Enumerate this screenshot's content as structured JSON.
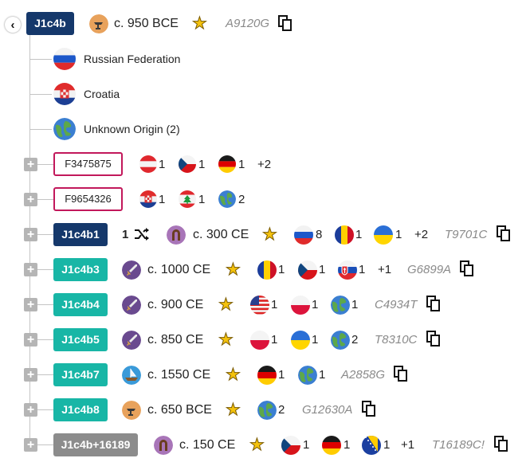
{
  "header": {
    "haplogroup": "J1c4b",
    "date": "c. 950 BCE",
    "code": "A9120G"
  },
  "countries": [
    {
      "name": "Russian Federation",
      "flag": "russia"
    },
    {
      "name": "Croatia",
      "flag": "croatia"
    },
    {
      "name": "Unknown Origin (2)",
      "flag": "globe"
    }
  ],
  "samples": [
    {
      "id": "F3475875",
      "flags": [
        {
          "flag": "austria",
          "count": "1"
        },
        {
          "flag": "czechia",
          "count": "1"
        },
        {
          "flag": "germany",
          "count": "1"
        }
      ],
      "more": "+2"
    },
    {
      "id": "F9654326",
      "flags": [
        {
          "flag": "croatia",
          "count": "1"
        },
        {
          "flag": "lebanon",
          "count": "1"
        },
        {
          "flag": "globe",
          "count": "2"
        }
      ],
      "more": ""
    }
  ],
  "branches": [
    {
      "name": "J1c4b1",
      "date": "c. 300 CE",
      "subcount": "1",
      "code": "T9701C",
      "more": "+2",
      "flags": [
        {
          "flag": "russia",
          "count": "8"
        },
        {
          "flag": "romania",
          "count": "1"
        },
        {
          "flag": "ukraine",
          "count": "1"
        }
      ]
    },
    {
      "name": "J1c4b3",
      "date": "c. 1000 CE",
      "code": "G6899A",
      "more": "+1",
      "flags": [
        {
          "flag": "romania",
          "count": "1"
        },
        {
          "flag": "czechia",
          "count": "1"
        },
        {
          "flag": "slovakia",
          "count": "1"
        }
      ]
    },
    {
      "name": "J1c4b4",
      "date": "c. 900 CE",
      "code": "C4934T",
      "more": "",
      "flags": [
        {
          "flag": "usa",
          "count": "1"
        },
        {
          "flag": "poland",
          "count": "1"
        },
        {
          "flag": "globe",
          "count": "1"
        }
      ]
    },
    {
      "name": "J1c4b5",
      "date": "c. 850 CE",
      "code": "T8310C",
      "more": "",
      "flags": [
        {
          "flag": "poland",
          "count": "1"
        },
        {
          "flag": "ukraine",
          "count": "1"
        },
        {
          "flag": "globe",
          "count": "2"
        }
      ]
    },
    {
      "name": "J1c4b7",
      "date": "c. 1550 CE",
      "code": "A2858G",
      "more": "",
      "flags": [
        {
          "flag": "germany",
          "count": "1"
        },
        {
          "flag": "globe",
          "count": "1"
        }
      ]
    },
    {
      "name": "J1c4b8",
      "date": "c. 650 BCE",
      "code": "G12630A",
      "more": "",
      "flags": [
        {
          "flag": "globe",
          "count": "2"
        }
      ]
    },
    {
      "name": "J1c4b+16189",
      "date": "c. 150 CE",
      "code": "T16189C!",
      "more": "+1",
      "flags": [
        {
          "flag": "czechia",
          "count": "1"
        },
        {
          "flag": "germany",
          "count": "1"
        },
        {
          "flag": "bosnia",
          "count": "1"
        }
      ]
    }
  ],
  "icons": {
    "back": "chevron-left-icon",
    "expand": "plus-icon",
    "copy": "copy-icon",
    "star": "star-icon",
    "branch": "branch-split-icon",
    "era": [
      "anvil-icon",
      "horseshoe-icon",
      "sword-icon",
      "ship-icon"
    ]
  },
  "colors": {
    "root_badge": "#15386b",
    "branch_badge": "#18b6a6",
    "unnamed_badge": "#8c8c8c",
    "sample_border": "#c2185b",
    "star": "#f4c20d",
    "code_text": "#8a8a8a"
  }
}
